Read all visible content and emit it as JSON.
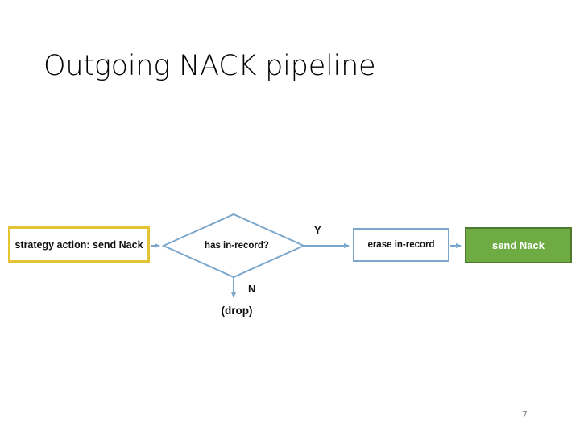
{
  "slide": {
    "title": "Outgoing NACK pipeline",
    "page_number": "7",
    "background_color": "#FFFFFF"
  },
  "colors": {
    "strategy_box_border": "#E4C334",
    "decision_outline": "#7BA7CC",
    "process_box_border": "#7BA7CC",
    "terminal_box_fill": "#6EAC43",
    "terminal_box_border": "#4E7A2E",
    "terminal_box_text": "#FFFFFF",
    "connector": "#7BA7CC",
    "page_number_color": "#8C8C8C",
    "text": "#111111"
  },
  "diagram": {
    "type": "flowchart",
    "nodes": [
      {
        "id": "strategy",
        "shape": "rectangle",
        "label": "strategy action: send Nack",
        "label_line1": "strategy action: send",
        "label_line2": "Nack"
      },
      {
        "id": "decision",
        "shape": "diamond",
        "label": "has in-record?",
        "label_line1": "has in-",
        "label_line2": "record?"
      },
      {
        "id": "erase",
        "shape": "rectangle",
        "label": "erase in-record"
      },
      {
        "id": "send",
        "shape": "rectangle",
        "label": "send Nack"
      },
      {
        "id": "drop",
        "shape": "text",
        "label": "(drop)"
      }
    ],
    "edges": [
      {
        "from": "strategy",
        "to": "decision",
        "label": "",
        "direction": "right"
      },
      {
        "from": "decision",
        "to": "erase",
        "label": "Y",
        "direction": "right"
      },
      {
        "from": "erase",
        "to": "send",
        "label": "",
        "direction": "right"
      },
      {
        "from": "decision",
        "to": "drop",
        "label": "N",
        "direction": "down"
      }
    ],
    "edge_labels": {
      "yes": "Y",
      "no": "N"
    }
  }
}
